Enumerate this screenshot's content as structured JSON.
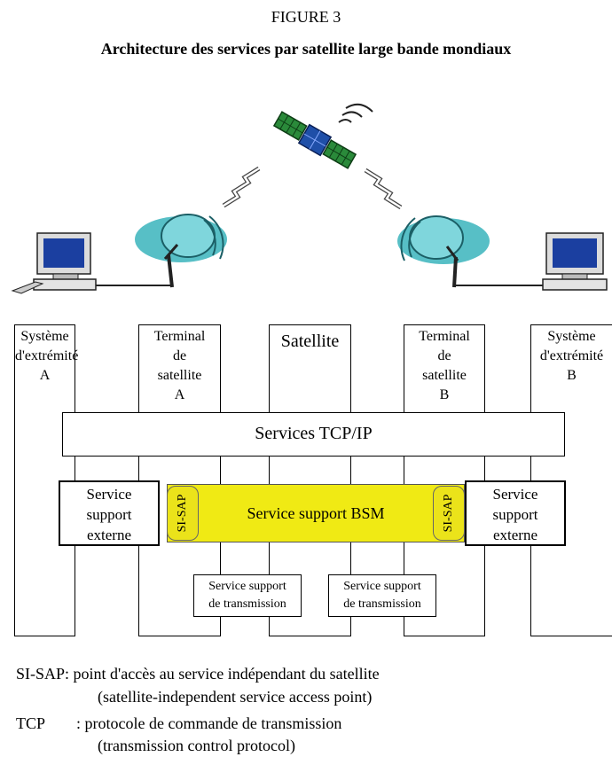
{
  "figure": {
    "label": "FIGURE 3",
    "title": "Architecture des services par satellite large bande mondiaux"
  },
  "columns": [
    {
      "lines": [
        "Système",
        "d'extrémité",
        "A"
      ]
    },
    {
      "lines": [
        "Terminal",
        "de",
        "satellite",
        "A"
      ]
    },
    {
      "lines": [
        "Satellite"
      ]
    },
    {
      "lines": [
        "Terminal",
        "de",
        "satellite",
        "B"
      ]
    },
    {
      "lines": [
        "Système",
        "d'extrémité",
        "B"
      ]
    }
  ],
  "tcp_services": "Services TCP/IP",
  "external_support": [
    "Service",
    "support",
    "externe"
  ],
  "bsm_support": "Service support BSM",
  "si_sap": "SI-SAP",
  "transmission_support": [
    "Service support",
    "de transmission"
  ],
  "legend": [
    {
      "term": "SI-SAP:",
      "definition": "point d'accès au service indépendant du satellite",
      "english": "(satellite-independent service access point)"
    },
    {
      "term": "TCP",
      "definition": ": protocole de commande de transmission",
      "english": "(transmission control protocol)"
    }
  ],
  "icons": [
    "satellite-icon",
    "signal-bolt-icon",
    "dish-antenna-icon",
    "computer-icon"
  ],
  "colors": {
    "bsm": "#f0ea14",
    "dish": "#45b8c0",
    "satellite_panel": "#2a8a3a"
  }
}
